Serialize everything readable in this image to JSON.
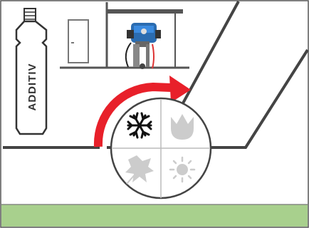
{
  "bottle": {
    "label": "ADDITIV",
    "icon": "additive-bottle-icon"
  },
  "seasons": [
    {
      "name": "winter",
      "icon": "snowflake-icon",
      "active": true
    },
    {
      "name": "spring",
      "icon": "tulip-icon",
      "active": false
    },
    {
      "name": "autumn",
      "icon": "leaf-icon",
      "active": false
    },
    {
      "name": "summer",
      "icon": "sun-icon",
      "active": false
    }
  ],
  "colors": {
    "outline": "#444444",
    "arrow": "#e8202a",
    "grass": "#a8d08d",
    "inactive_icon": "#cccccc",
    "pump_blue": "#2b6cb0"
  }
}
